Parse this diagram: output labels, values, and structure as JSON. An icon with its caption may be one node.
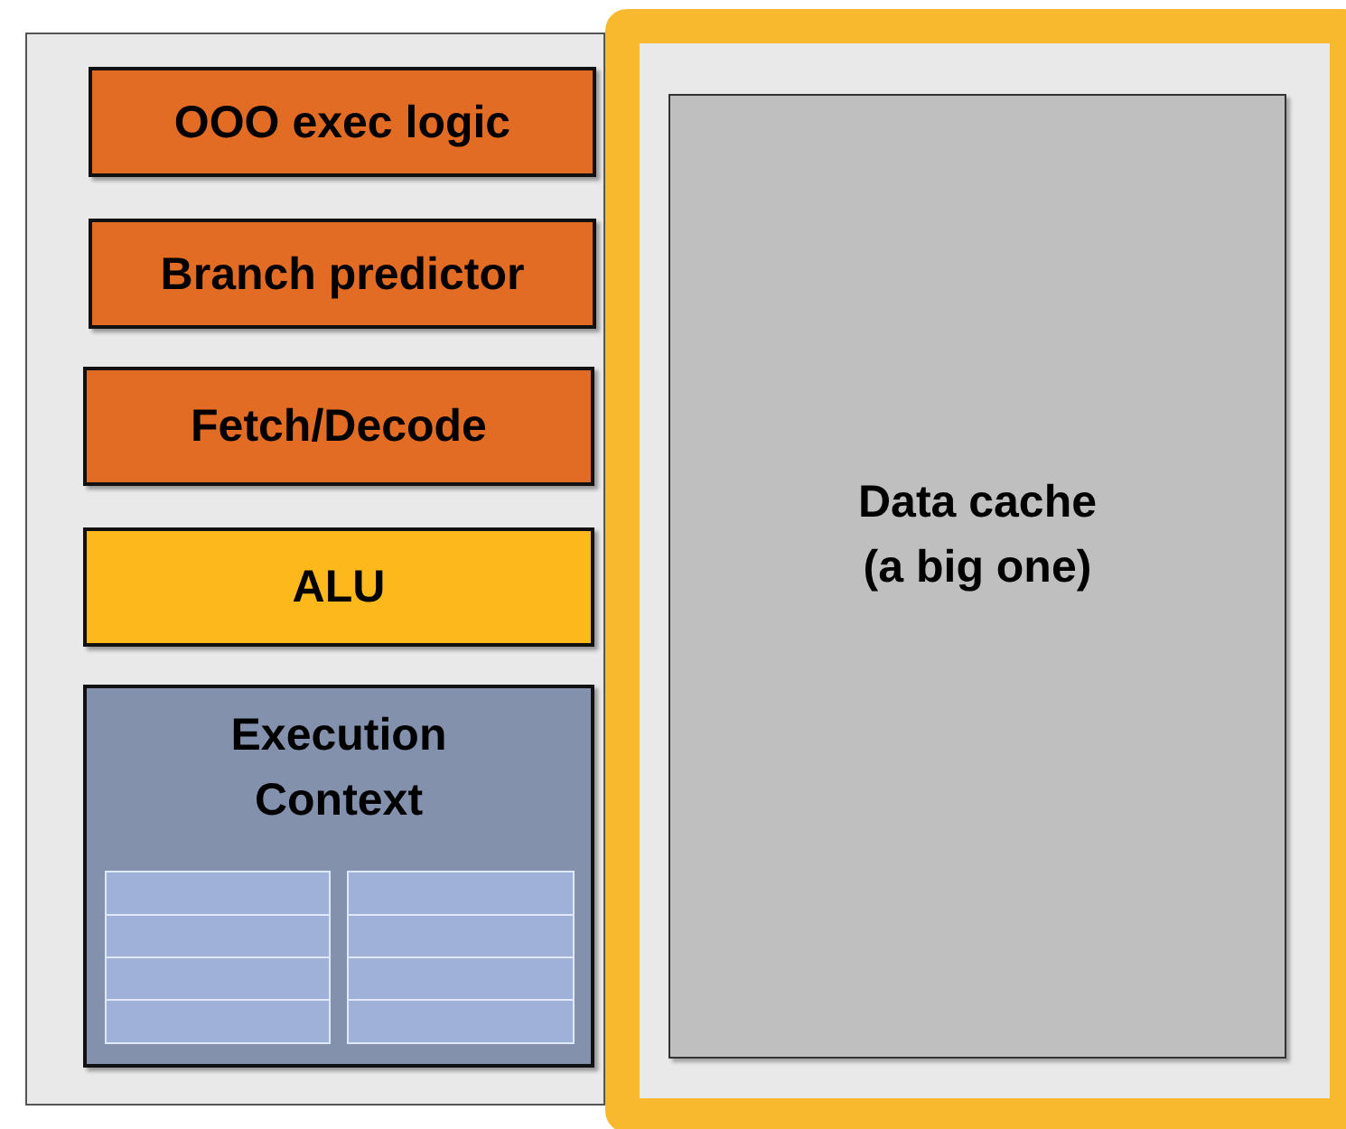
{
  "diagram": {
    "nodes": [
      {
        "text": [],
        "shape": "box"
      },
      {
        "text": [
          "OOO exec logic"
        ],
        "in": 0
      },
      {
        "text": [
          "Branch predictor"
        ],
        "in": 0
      },
      {
        "text": [
          "Fetch/Decode"
        ],
        "in": 0
      },
      {
        "text": [
          "ALU"
        ],
        "in": 0
      },
      {
        "text": [
          "Execution Context"
        ],
        "in": 0
      },
      {
        "text": [],
        "shape": "box",
        "in": 5
      },
      {
        "text": [],
        "shape": "box",
        "in": 5
      },
      {
        "text": [],
        "shape": "box"
      },
      {
        "text": [
          "Data cache (a big one)"
        ],
        "in": 8
      }
    ]
  }
}
